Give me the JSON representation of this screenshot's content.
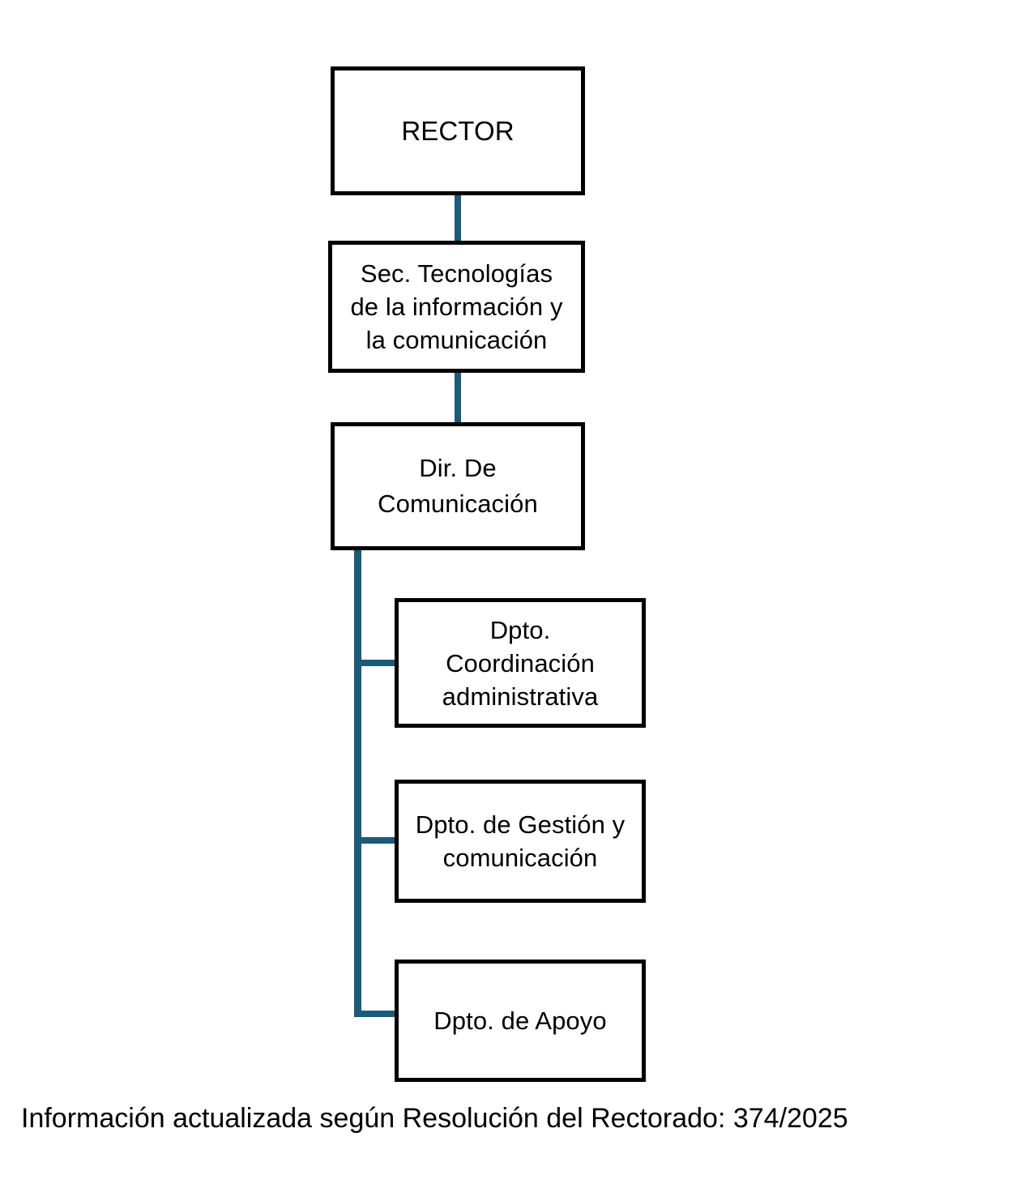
{
  "diagram": {
    "type": "organizational-chart",
    "title": "",
    "accent_color": "#1b5a78",
    "box_border_color": "#000000",
    "background_color": "#ffffff",
    "nodes": [
      {
        "id": "rector",
        "label": "RECTOR",
        "level": 0
      },
      {
        "id": "secretaria",
        "label": "Sec. Tecnologías\nde la información y\nla comunicación",
        "level": 1
      },
      {
        "id": "direccion",
        "label": "Dir. De\nComunicación",
        "level": 2
      },
      {
        "id": "coordinacion",
        "label": "Dpto.\nCoordinación\nadministrativa",
        "level": 3
      },
      {
        "id": "gestion",
        "label": "Dpto. de Gestión y\ncomunicación",
        "level": 3
      },
      {
        "id": "apoyo",
        "label": "Dpto. de Apoyo",
        "level": 3
      }
    ],
    "edges": [
      {
        "from": "rector",
        "to": "secretaria",
        "style": "vertical"
      },
      {
        "from": "secretaria",
        "to": "direccion",
        "style": "vertical"
      },
      {
        "from": "direccion",
        "to": "coordinacion",
        "style": "elbow"
      },
      {
        "from": "direccion",
        "to": "gestion",
        "style": "elbow"
      },
      {
        "from": "direccion",
        "to": "apoyo",
        "style": "elbow"
      }
    ]
  },
  "footer": {
    "caption": "Información actualizada según Resolución del Rectorado: 374/2025"
  }
}
